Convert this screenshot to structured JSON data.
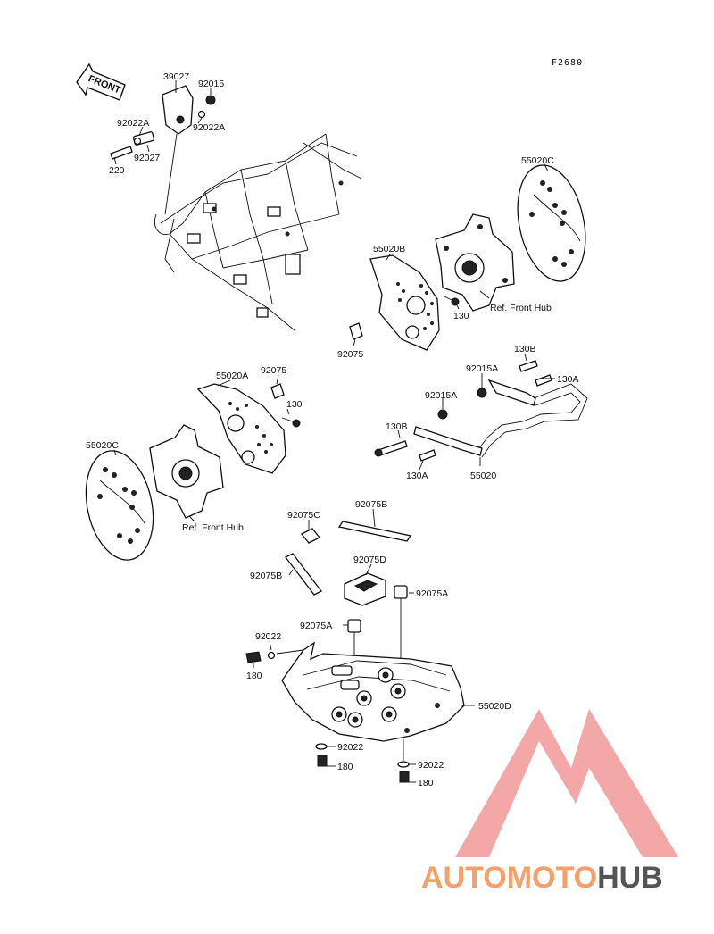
{
  "figure_code": "F2680",
  "front_arrow_label": "FRONT",
  "labels": {
    "p39027": "39027",
    "p92015": "92015",
    "p92022A_top_right": "92022A",
    "p92022A_top_left": "92022A",
    "p92027": "92027",
    "p220": "220",
    "p55020C_right": "55020C",
    "p55020B": "55020B",
    "p130_upper": "130",
    "ref_front_hub_upper": "Ref. Front Hub",
    "p92075_upper": "92075",
    "p55020A": "55020A",
    "p92075_mid": "92075",
    "p130_mid": "130",
    "p55020C_left": "55020C",
    "ref_front_hub_lower": "Ref. Front Hub",
    "p130B_top": "130B",
    "p92015A_top": "92015A",
    "p130A_top": "130A",
    "p92015A_mid": "92015A",
    "p130B_mid": "130B",
    "p130A_bottom": "130A",
    "p55020": "55020",
    "p92075C": "92075C",
    "p92075B_right": "92075B",
    "p92075B_left": "92075B",
    "p92075D": "92075D",
    "p92075A_right": "92075A",
    "p92075A_left": "92075A",
    "p92022_top": "92022",
    "p180_top": "180",
    "p55020D": "55020D",
    "p92022_bottom_left": "92022",
    "p180_bottom_left": "180",
    "p92022_bottom_right": "92022",
    "p180_bottom_right": "180"
  },
  "watermark": {
    "part1": "AUTOMOTO",
    "part2": "HUB",
    "color_light": "#f5a06a",
    "color_dark": "#555555",
    "logo_color": "#f08a8a"
  }
}
